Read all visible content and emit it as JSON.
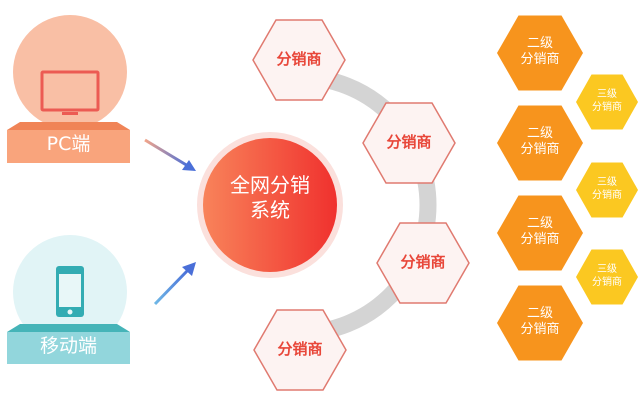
{
  "sources": [
    {
      "label": "PC端",
      "icon": "monitor-icon",
      "color": "#f79f7a"
    },
    {
      "label": "移动端",
      "icon": "phone-icon",
      "color": "#8fd5dc"
    }
  ],
  "hub": {
    "line1": "全网分销",
    "line2": "系统",
    "color": "#f2453a"
  },
  "distributors": [
    {
      "label": "分销商"
    },
    {
      "label": "分销商"
    },
    {
      "label": "分销商"
    },
    {
      "label": "分销商"
    }
  ],
  "level2": [
    {
      "line1": "二级",
      "line2": "分销商"
    },
    {
      "line1": "二级",
      "line2": "分销商"
    },
    {
      "line1": "二级",
      "line2": "分销商"
    },
    {
      "line1": "二级",
      "line2": "分销商"
    }
  ],
  "level3": [
    {
      "line1": "三级",
      "line2": "分销商"
    },
    {
      "line1": "三级",
      "line2": "分销商"
    },
    {
      "line1": "三级",
      "line2": "分销商"
    }
  ],
  "colors": {
    "level2": "#f7941d",
    "level3": "#fbc821",
    "arc": "#d4d4d4"
  }
}
